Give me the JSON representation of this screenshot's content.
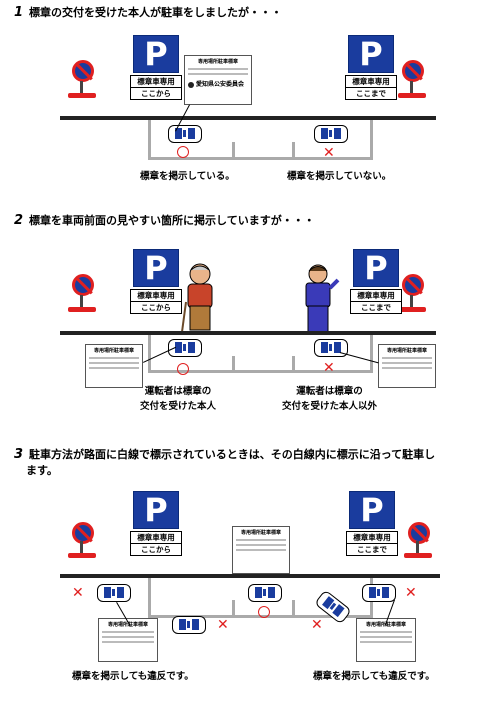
{
  "section1": {
    "number": "1",
    "heading": "標章の交付を受けた本人が駐車をしましたが・・・",
    "sign_left": {
      "symbol": "P",
      "plate_top": "標章車専用",
      "plate_bottom": "ここから"
    },
    "sign_right": {
      "symbol": "P",
      "plate_top": "標章車専用",
      "plate_bottom": "ここまで"
    },
    "permit": {
      "title": "専用場所駐車標章",
      "issuer": "愛知県公安委員会"
    },
    "caption_ok": "標章を掲示している。",
    "caption_ng": "標章を掲示していない。"
  },
  "section2": {
    "number": "2",
    "heading": "標章を車両前面の見やすい箇所に掲示していますが・・・",
    "sign_left": {
      "symbol": "P",
      "plate_top": "標章車専用",
      "plate_bottom": "ここから"
    },
    "sign_right": {
      "symbol": "P",
      "plate_top": "標章車専用",
      "plate_bottom": "ここまで"
    },
    "permit_title": "専用場所駐車標章",
    "caption_ok_line1": "運転者は標章の",
    "caption_ok_line2": "交付を受けた本人",
    "caption_ng_line1": "運転者は標章の",
    "caption_ng_line2": "交付を受けた本人以外"
  },
  "section3": {
    "number": "3",
    "heading_line1": "駐車方法が路面に白線で標示されているときは、その白線内に標示に沿って駐車し",
    "heading_line2": "ます。",
    "sign_left": {
      "symbol": "P",
      "plate_top": "標章車専用",
      "plate_bottom": "ここから"
    },
    "sign_right": {
      "symbol": "P",
      "plate_top": "標章車専用",
      "plate_bottom": "ここまで"
    },
    "permit_title": "専用場所駐車標章",
    "caption_left": "標章を掲示しても違反です。",
    "caption_right": "標章を掲示しても違反です。"
  },
  "colors": {
    "sign_blue": "#1a3c9e",
    "warn_red": "#e02020",
    "road": "#222222",
    "lane": "#aaaaaa"
  },
  "symbols": {
    "ok": "○",
    "ng": "✕"
  }
}
